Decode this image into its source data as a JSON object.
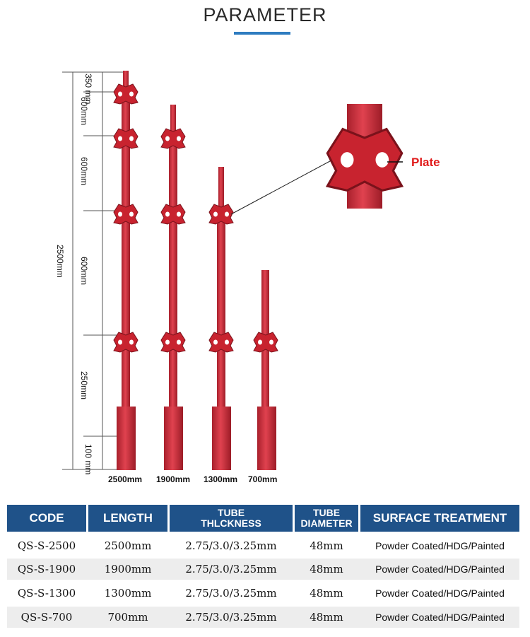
{
  "header": {
    "title": "PARAMETER"
  },
  "diagram": {
    "dimension_labels": [
      "350 mm",
      "600mm",
      "600mm",
      "600mm",
      "250mm",
      "100 mm"
    ],
    "total_label": "2500mm",
    "posts": [
      {
        "label": "2500mm"
      },
      {
        "label": "1900mm"
      },
      {
        "label": "1300mm"
      },
      {
        "label": "700mm"
      }
    ],
    "callout_label": "Plate",
    "colors": {
      "post": "#d62e3c",
      "post_dark": "#a8202c",
      "label_red": "#e01b1b"
    }
  },
  "table": {
    "headers": {
      "code": "CODE",
      "length": "LENGTH",
      "tube_thickness": [
        "TUBE",
        "THLCKNESS"
      ],
      "tube_diameter": [
        "TUBE",
        "DIAMETER"
      ],
      "surface_treatment": "SURFACE TREATMENT"
    },
    "rows": [
      {
        "code": "QS-S-2500",
        "length": "2500mm",
        "thickness": "2.75/3.0/3.25mm",
        "diameter": "48mm",
        "surface": "Powder Coated/HDG/Painted"
      },
      {
        "code": "QS-S-1900",
        "length": "1900mm",
        "thickness": "2.75/3.0/3.25mm",
        "diameter": "48mm",
        "surface": "Powder Coated/HDG/Painted"
      },
      {
        "code": "QS-S-1300",
        "length": "1300mm",
        "thickness": "2.75/3.0/3.25mm",
        "diameter": "48mm",
        "surface": "Powder Coated/HDG/Painted"
      },
      {
        "code": "QS-S-700",
        "length": "700mm",
        "thickness": "2.75/3.0/3.25mm",
        "diameter": "48mm",
        "surface": "Powder Coated/HDG/Painted"
      }
    ],
    "colors": {
      "header_bg": "#1f5289",
      "alt_row_bg": "#ededed"
    }
  }
}
